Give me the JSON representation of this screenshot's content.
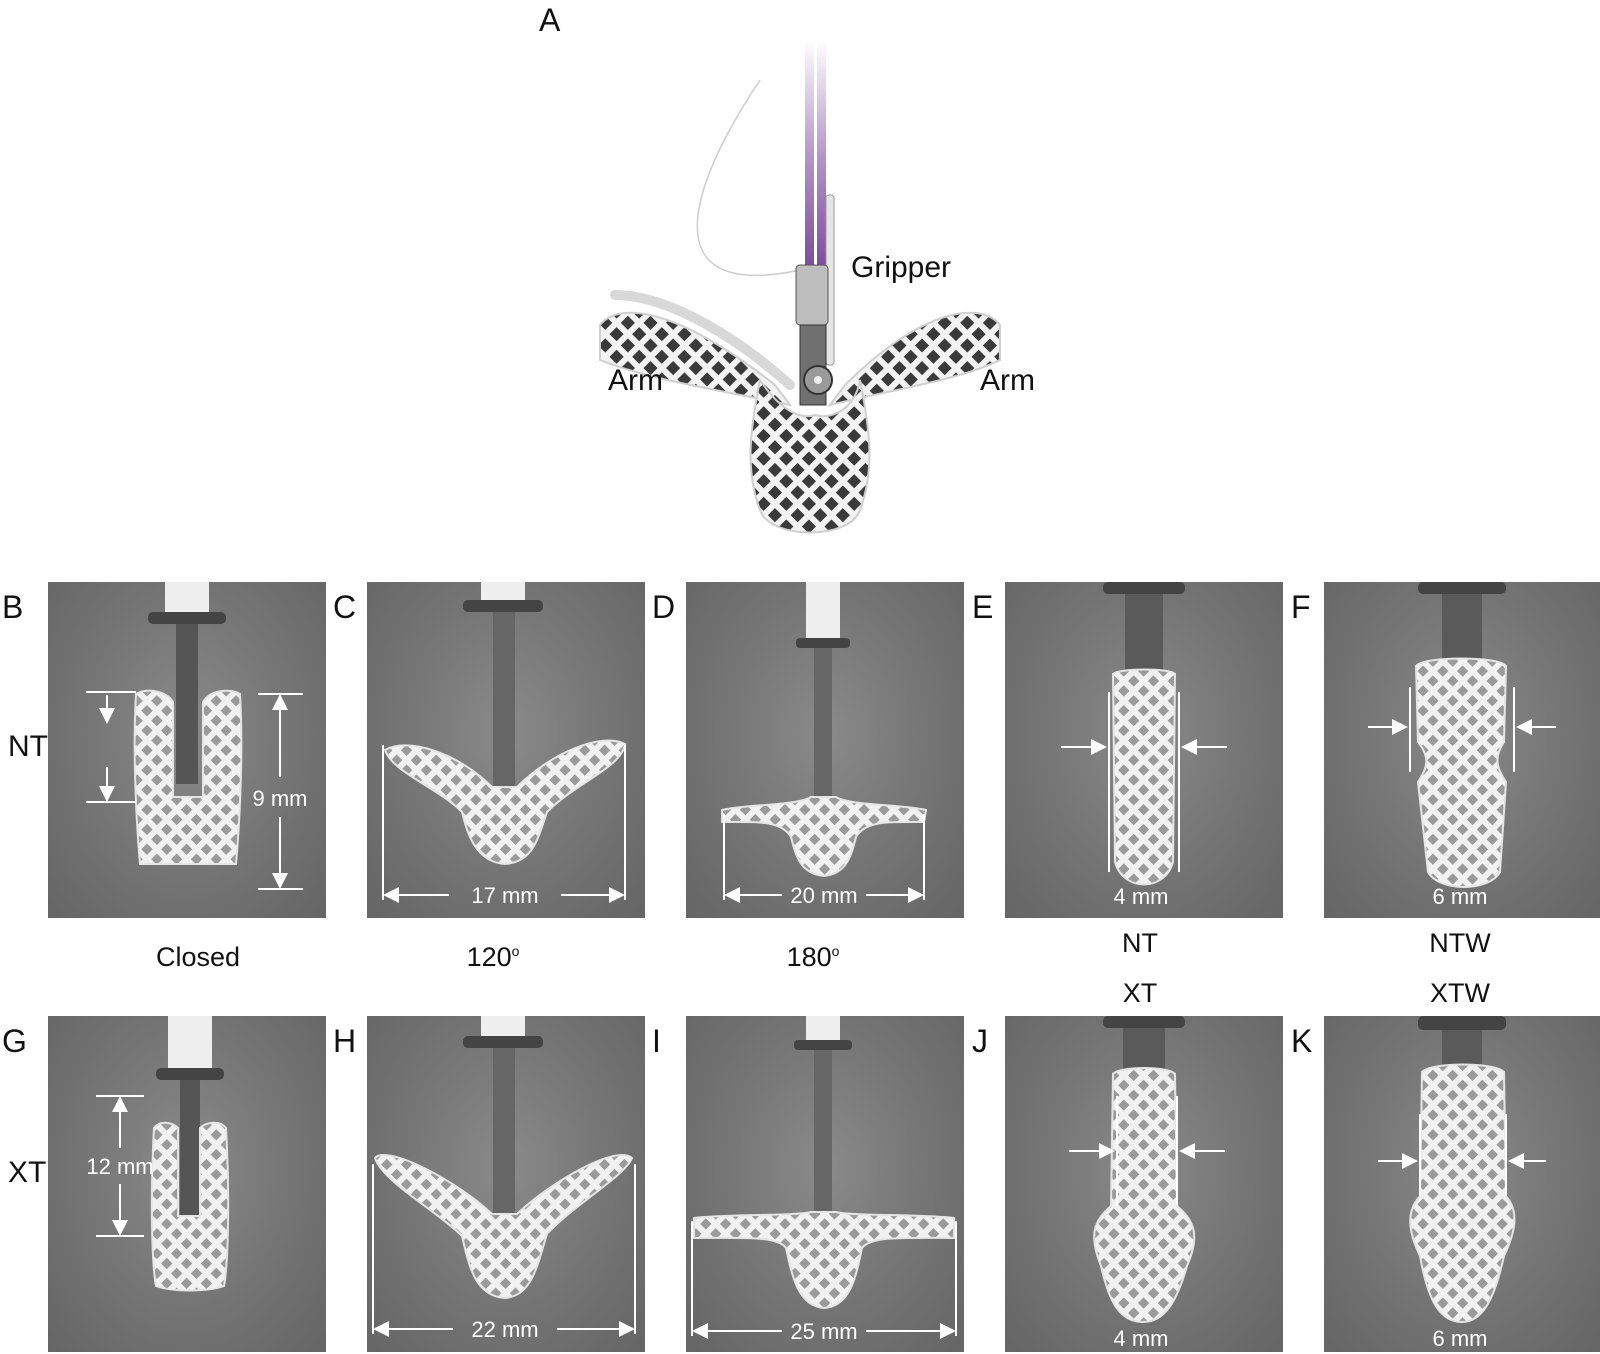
{
  "hero": {
    "panel_letter": "A",
    "gripper_label": "Gripper",
    "arm_left_label": "Arm",
    "arm_right_label": "Arm"
  },
  "row_labels": {
    "top": "NT",
    "bottom": "XT"
  },
  "panel_letters": {
    "B": "B",
    "C": "C",
    "D": "D",
    "E": "E",
    "F": "F",
    "G": "G",
    "H": "H",
    "I": "I",
    "J": "J",
    "K": "K"
  },
  "column_captions": {
    "closed": "Closed",
    "deg120": "120",
    "deg180": "180",
    "degree_mark": "o",
    "nt": "NT",
    "ntw": "NTW",
    "xt": "XT",
    "xtw": "XTW"
  },
  "measurements": {
    "B": "9 mm",
    "C": "17 mm",
    "D": "20 mm",
    "E": "4 mm",
    "F": "6 mm",
    "G": "12 mm",
    "H": "22 mm",
    "I": "25 mm",
    "J": "4 mm",
    "K": "6 mm"
  },
  "colors": {
    "panel_background": "#777777",
    "device_mesh": "#f2f2f2",
    "catheter_purple": "#8a5aa8"
  }
}
